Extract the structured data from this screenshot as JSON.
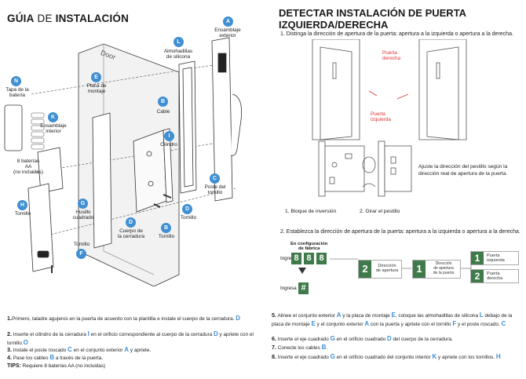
{
  "left_title": {
    "guia": "GÚIA",
    "de": " DE ",
    "instalacion": "INSTALACIÓN"
  },
  "right_title": {
    "line1": "DETECTAR INSTALACIÓN DE PUERTA",
    "line2": "IZQUIERDA/DERECHA"
  },
  "door_word": "Door",
  "callouts": {
    "A": {
      "letter": "A",
      "label": "Ensamblaje\nexterior"
    },
    "L": {
      "letter": "L",
      "label": "Almohadillas\nde silicona"
    },
    "E": {
      "letter": "E",
      "label": "Placa de\nmontaje"
    },
    "N": {
      "letter": "N",
      "label": "Tapa de la\nbatería"
    },
    "K": {
      "letter": "K",
      "label": "Ensamblaje\ninterior"
    },
    "B": {
      "letter": "B",
      "label": "Cable"
    },
    "I": {
      "letter": "I",
      "label": "Cilindro"
    },
    "C": {
      "letter": "C",
      "label": "Poste del\ntornillo"
    },
    "H": {
      "letter": "H",
      "label": "Tornillo"
    },
    "G": {
      "letter": "G",
      "label": "Husillo\ncuadrado"
    },
    "D": {
      "letter": "D",
      "label": "Cuerpo de\nla cerradura"
    },
    "D2": {
      "letter": "D",
      "label": "Tornillo"
    },
    "B2": {
      "letter": "B",
      "label": "Tornillo"
    },
    "F": {
      "letter": "F",
      "label": "Tornillo"
    }
  },
  "batteries_label": "8 baterías\nAA\n(no incluidas)",
  "detect": {
    "step1": "1. Distinga la dirección de apertura de la puerta: apertura a la izquierda o apertura a la derecha.",
    "right_door": "Puerta\nderecha",
    "left_door": "Puerta\nizquierda",
    "adjust_note": "Ajuste la dirección del pestillo según la\ndirección real de apertura de la puerta.",
    "caption1": "1. Bloque de inversión",
    "caption2": "2. Girar el pestillo",
    "step2": "2. Establezca la dirección de apertura de la puerta: apertura a la izquierda o apertura a la derecha.",
    "factory_label": "En configuración\nde fábrica",
    "ingresa": "Ingresa",
    "digits": [
      "8",
      "8",
      "8"
    ],
    "hash": "#",
    "opt2_num": "2",
    "opt2_text": "Dirección\nde apertura",
    "opt1_num": "1",
    "opt1_text": "Dirección\nde apertura\nde la puerta",
    "left_num": "1",
    "left_text": "Puerta\nizquierda",
    "right_num": "2",
    "right_text": "Puerta\nderecha"
  },
  "steps_left": [
    {
      "n": "1.",
      "t": "Primero, taladre agujeros en la puerta de acuerdo con la plantilla e instale el cuerpo de la cerradura.",
      "k": "D"
    },
    {
      "n": "2.",
      "t": "Inserte el cilindro de la cerradura",
      "k1": "I",
      "t2": "en el orificio correspondiente al cuerpo de la cerradura",
      "k2": "D",
      "t3": "y apriete con el tornillo.",
      "k3": "O"
    },
    {
      "n": "3.",
      "t": "Instale el poste roscado",
      "k1": "C",
      "t2": "en el conjunto exterior",
      "k2": "A",
      "t3": "y apriete."
    },
    {
      "n": "4.",
      "t": "Pase los cables",
      "k1": "B",
      "t2": "a través de la puerta."
    }
  ],
  "tips": {
    "label": "TIPS:",
    "text": "Requiere 8 baterías AA (no incluidas)"
  },
  "steps_right": [
    {
      "n": "5.",
      "t": "Alinee el conjunto exterior",
      "k1": "A",
      "t2": "y la placa de montaje",
      "k2": "E",
      "t3": ", coloque las almohadillas de silicona",
      "k3": "L",
      "t4": "debajo de la placa de montaje",
      "k4": "E",
      "t5": "y el conjunto exterior",
      "k5": "A",
      "t6": "con la puerta y apriete con el tornillo",
      "k6": "F",
      "t7": "y el poste roscado.",
      "k7": "C"
    },
    {
      "n": "6.",
      "t": "Inserte el eje cuadrado",
      "k1": "G",
      "t2": "en el orificio cuadrado",
      "k2": "D",
      "t3": "del cuerpo de la cerradura."
    },
    {
      "n": "7.",
      "t": "Conecte los cables",
      "k1": "B",
      "t2": "."
    },
    {
      "n": "8.",
      "t": "Inserte el eje cuadrado",
      "k1": "G",
      "t2": "en el orificio cuadrado del conjunto interior",
      "k2": "K",
      "t3": "y apriete con los tornillos.",
      "k3": "H"
    }
  ],
  "colors": {
    "callout": "#3f8fd2",
    "green": "#3f7b4a",
    "red": "#d33333"
  }
}
